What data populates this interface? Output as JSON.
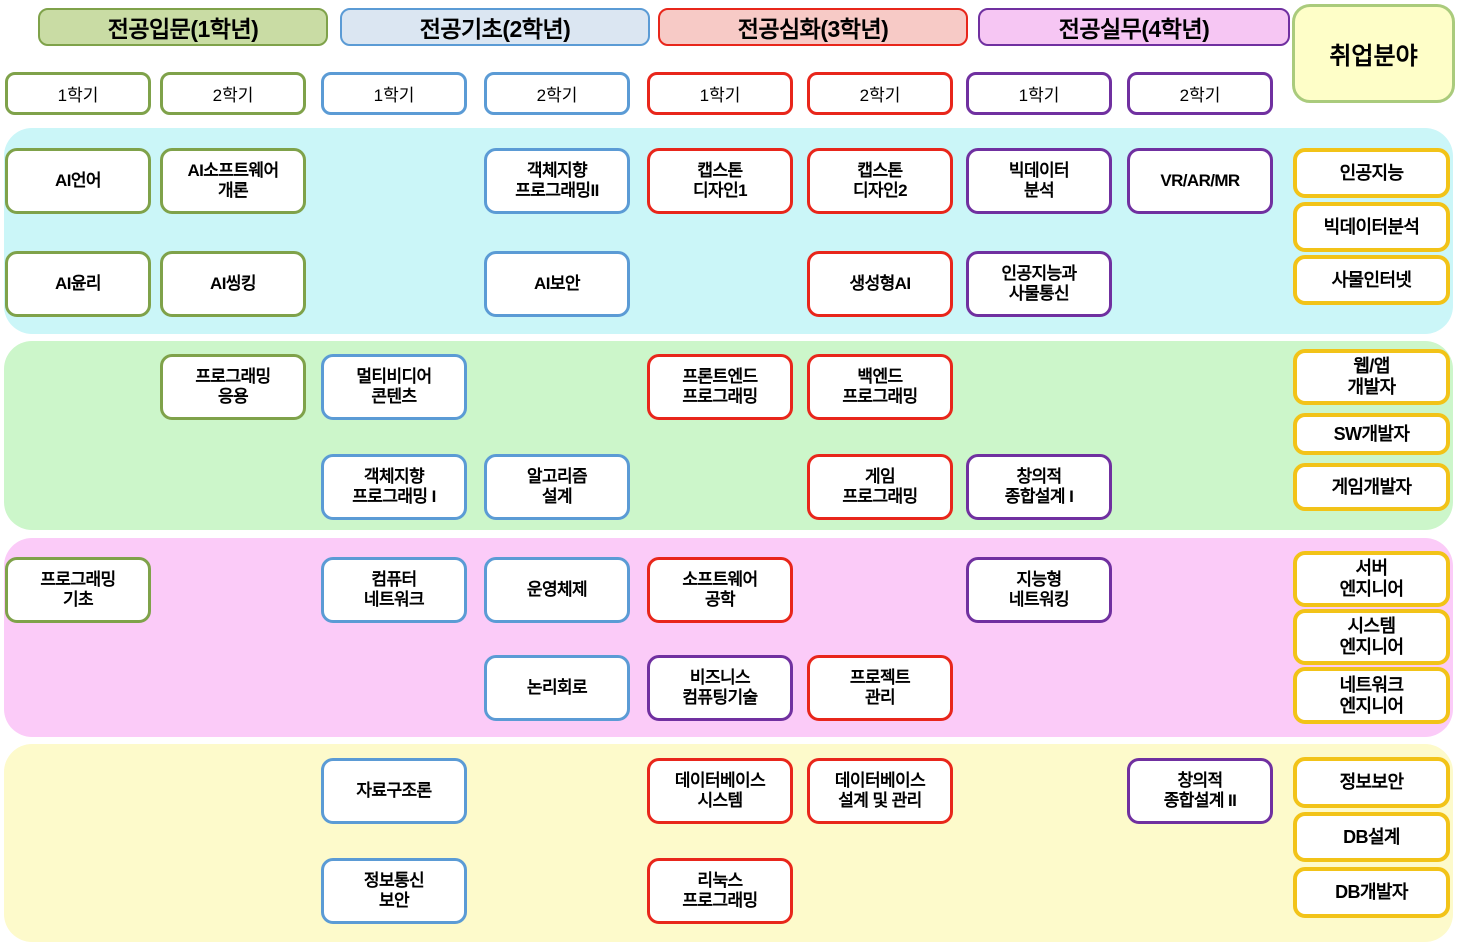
{
  "palette": {
    "year1_border": "#7FA24A",
    "year1_fill": "#C9DCA4",
    "year2_border": "#5B9BD5",
    "year2_fill": "#DBE6F2",
    "year3_border": "#E8261B",
    "year3_fill": "#F7CAC6",
    "year4_border": "#7030A0",
    "year4_fill": "#F6C6F3",
    "career_box_border": "#F2C318",
    "career_panel_fill": "#FEFEC8",
    "career_panel_border": "#AACB7C",
    "band_colors": [
      "#CBF6F8",
      "#CCF6CA",
      "#FBCBF8",
      "#FDFACB"
    ]
  },
  "headers": [
    {
      "label": "전공입문(1학년)",
      "year": 1
    },
    {
      "label": "전공기초(2학년)",
      "year": 2
    },
    {
      "label": "전공심화(3학년)",
      "year": 3
    },
    {
      "label": "전공실무(4학년)",
      "year": 4
    }
  ],
  "career_header": {
    "label": "취업분야"
  },
  "semesters": [
    {
      "label": "1학기",
      "year": 1
    },
    {
      "label": "2학기",
      "year": 1
    },
    {
      "label": "1학기",
      "year": 2
    },
    {
      "label": "2학기",
      "year": 2
    },
    {
      "label": "1학기",
      "year": 3
    },
    {
      "label": "2학기",
      "year": 3
    },
    {
      "label": "1학기",
      "year": 4
    },
    {
      "label": "2학기",
      "year": 4
    }
  ],
  "bands": [
    {
      "name": "ai-track-band",
      "color_index": 0,
      "courses": [
        {
          "label": "AI언어",
          "year": 1,
          "col": 1,
          "row": 1
        },
        {
          "label": "AI소프트웨어\n개론",
          "year": 1,
          "col": 2,
          "row": 1
        },
        {
          "label": "객체지향\n프로그래밍II",
          "year": 2,
          "col": 4,
          "row": 1
        },
        {
          "label": "캡스톤\n디자인1",
          "year": 3,
          "col": 5,
          "row": 1
        },
        {
          "label": "캡스톤\n디자인2",
          "year": 3,
          "col": 6,
          "row": 1
        },
        {
          "label": "빅데이터\n분석",
          "year": 4,
          "col": 7,
          "row": 1
        },
        {
          "label": "VR/AR/MR",
          "year": 4,
          "col": 8,
          "row": 1
        },
        {
          "label": "AI윤리",
          "year": 1,
          "col": 1,
          "row": 2
        },
        {
          "label": "AI씽킹",
          "year": 1,
          "col": 2,
          "row": 2
        },
        {
          "label": "AI보안",
          "year": 2,
          "col": 4,
          "row": 2
        },
        {
          "label": "생성형AI",
          "year": 3,
          "col": 6,
          "row": 2
        },
        {
          "label": "인공지능과\n사물통신",
          "year": 4,
          "col": 7,
          "row": 2
        }
      ],
      "careers": [
        {
          "label": "인공지능"
        },
        {
          "label": "빅데이터분석"
        },
        {
          "label": "사물인터넷"
        }
      ]
    },
    {
      "name": "software-dev-track-band",
      "color_index": 1,
      "courses": [
        {
          "label": "프로그래밍\n응용",
          "year": 1,
          "col": 2,
          "row": 1
        },
        {
          "label": "멀티비디어\n콘텐츠",
          "year": 2,
          "col": 3,
          "row": 1
        },
        {
          "label": "프론트엔드\n프로그래밍",
          "year": 3,
          "col": 5,
          "row": 1
        },
        {
          "label": "백엔드\n프로그래밍",
          "year": 3,
          "col": 6,
          "row": 1
        },
        {
          "label": "객체지향\n프로그래밍 I",
          "year": 2,
          "col": 3,
          "row": 2
        },
        {
          "label": "알고리즘\n설계",
          "year": 2,
          "col": 4,
          "row": 2
        },
        {
          "label": "게임\n프로그래밍",
          "year": 3,
          "col": 6,
          "row": 2
        },
        {
          "label": "창의적\n종합설계 I",
          "year": 4,
          "col": 7,
          "row": 2
        }
      ],
      "careers": [
        {
          "label": "웹/앱\n개발자"
        },
        {
          "label": "SW개발자"
        },
        {
          "label": "게임개발자"
        }
      ]
    },
    {
      "name": "system-network-track-band",
      "color_index": 2,
      "courses": [
        {
          "label": "프로그래밍\n기초",
          "year": 1,
          "col": 1,
          "row": 1
        },
        {
          "label": "컴퓨터\n네트워크",
          "year": 2,
          "col": 3,
          "row": 1
        },
        {
          "label": "운영체제",
          "year": 2,
          "col": 4,
          "row": 1
        },
        {
          "label": "소프트웨어\n공학",
          "year": 3,
          "col": 5,
          "row": 1
        },
        {
          "label": "지능형\n네트워킹",
          "year": 4,
          "col": 7,
          "row": 1
        },
        {
          "label": "논리회로",
          "year": 2,
          "col": 4,
          "row": 2
        },
        {
          "label": "비즈니스\n컴퓨팅기술",
          "year": 4,
          "col": 5,
          "row": 2
        },
        {
          "label": "프로젝트\n관리",
          "year": 3,
          "col": 6,
          "row": 2
        }
      ],
      "careers": [
        {
          "label": "서버\n엔지니어"
        },
        {
          "label": "시스템\n엔지니어"
        },
        {
          "label": "네트워크\n엔지니어"
        }
      ]
    },
    {
      "name": "database-security-track-band",
      "color_index": 3,
      "courses": [
        {
          "label": "자료구조론",
          "year": 2,
          "col": 3,
          "row": 1
        },
        {
          "label": "데이터베이스\n시스템",
          "year": 3,
          "col": 5,
          "row": 1
        },
        {
          "label": "데이터베이스\n설계 및 관리",
          "year": 3,
          "col": 6,
          "row": 1
        },
        {
          "label": "창의적\n종합설계 II",
          "year": 4,
          "col": 8,
          "row": 1
        },
        {
          "label": "정보통신\n보안",
          "year": 2,
          "col": 3,
          "row": 2
        },
        {
          "label": "리눅스\n프로그래밍",
          "year": 3,
          "col": 5,
          "row": 2
        }
      ],
      "careers": [
        {
          "label": "정보보안"
        },
        {
          "label": "DB설계"
        },
        {
          "label": "DB개발자"
        }
      ]
    }
  ]
}
